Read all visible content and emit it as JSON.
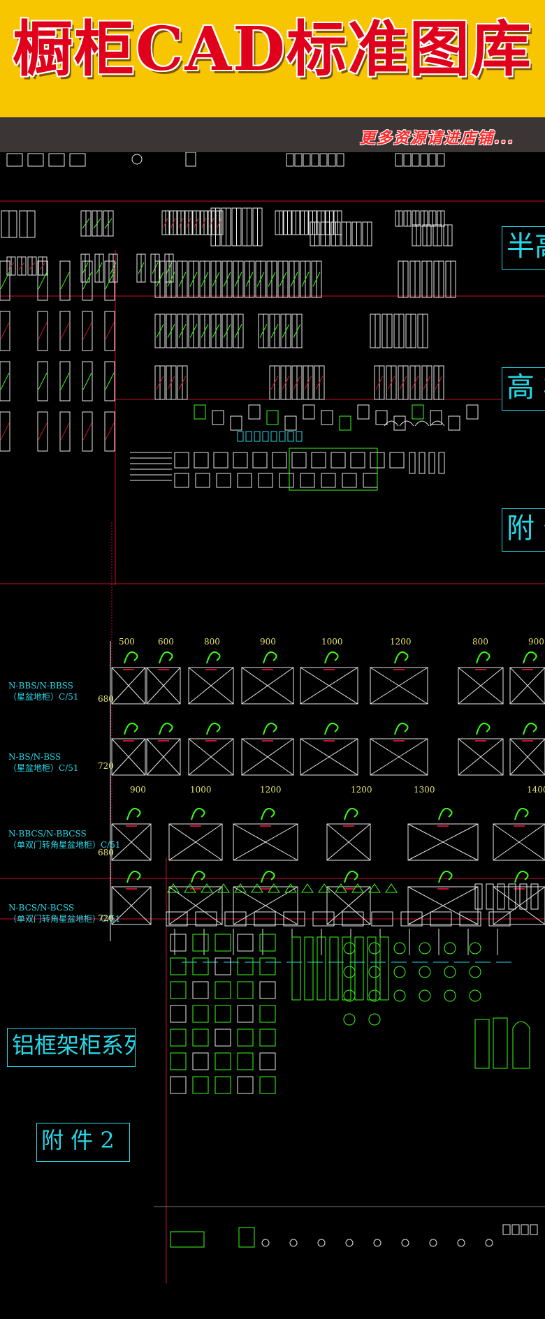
{
  "banner": {
    "title": "橱柜CAD标准图库"
  },
  "subbar": {
    "text": "更多资源请进店铺..."
  },
  "sections": {
    "half_high": "半高",
    "high": "高 柜",
    "accessories": "附 件",
    "aluminum": "铝框架柜系列",
    "accessories2": "附 件 2"
  },
  "sink_rows": [
    {
      "code": "N-BBS/N-BBSS",
      "desc": "（星盆地柜）C/51",
      "height": "680"
    },
    {
      "code": "N-BS/N-BSS",
      "desc": "（星盆地柜）C/51",
      "height": "720"
    },
    {
      "code": "N-BBCS/N-BBCSS",
      "desc": "（单双门转角星盆地柜）C/51",
      "height": "680"
    },
    {
      "code": "N-BCS/N-BCSS",
      "desc": "（单双门转角星盆地柜）C/51",
      "height": "720"
    }
  ],
  "widths_row1": [
    "500",
    "600",
    "800",
    "900",
    "1000",
    "1200",
    "800",
    "900"
  ],
  "widths_row2": [
    "900",
    "1000",
    "1200",
    "1200",
    "1300",
    "1400"
  ],
  "colors": {
    "banner": "#f7c600",
    "title": "#e0001b",
    "cyan": "#25d8e8",
    "cad_red": "#c8102e",
    "cad_green": "#39ff14"
  }
}
